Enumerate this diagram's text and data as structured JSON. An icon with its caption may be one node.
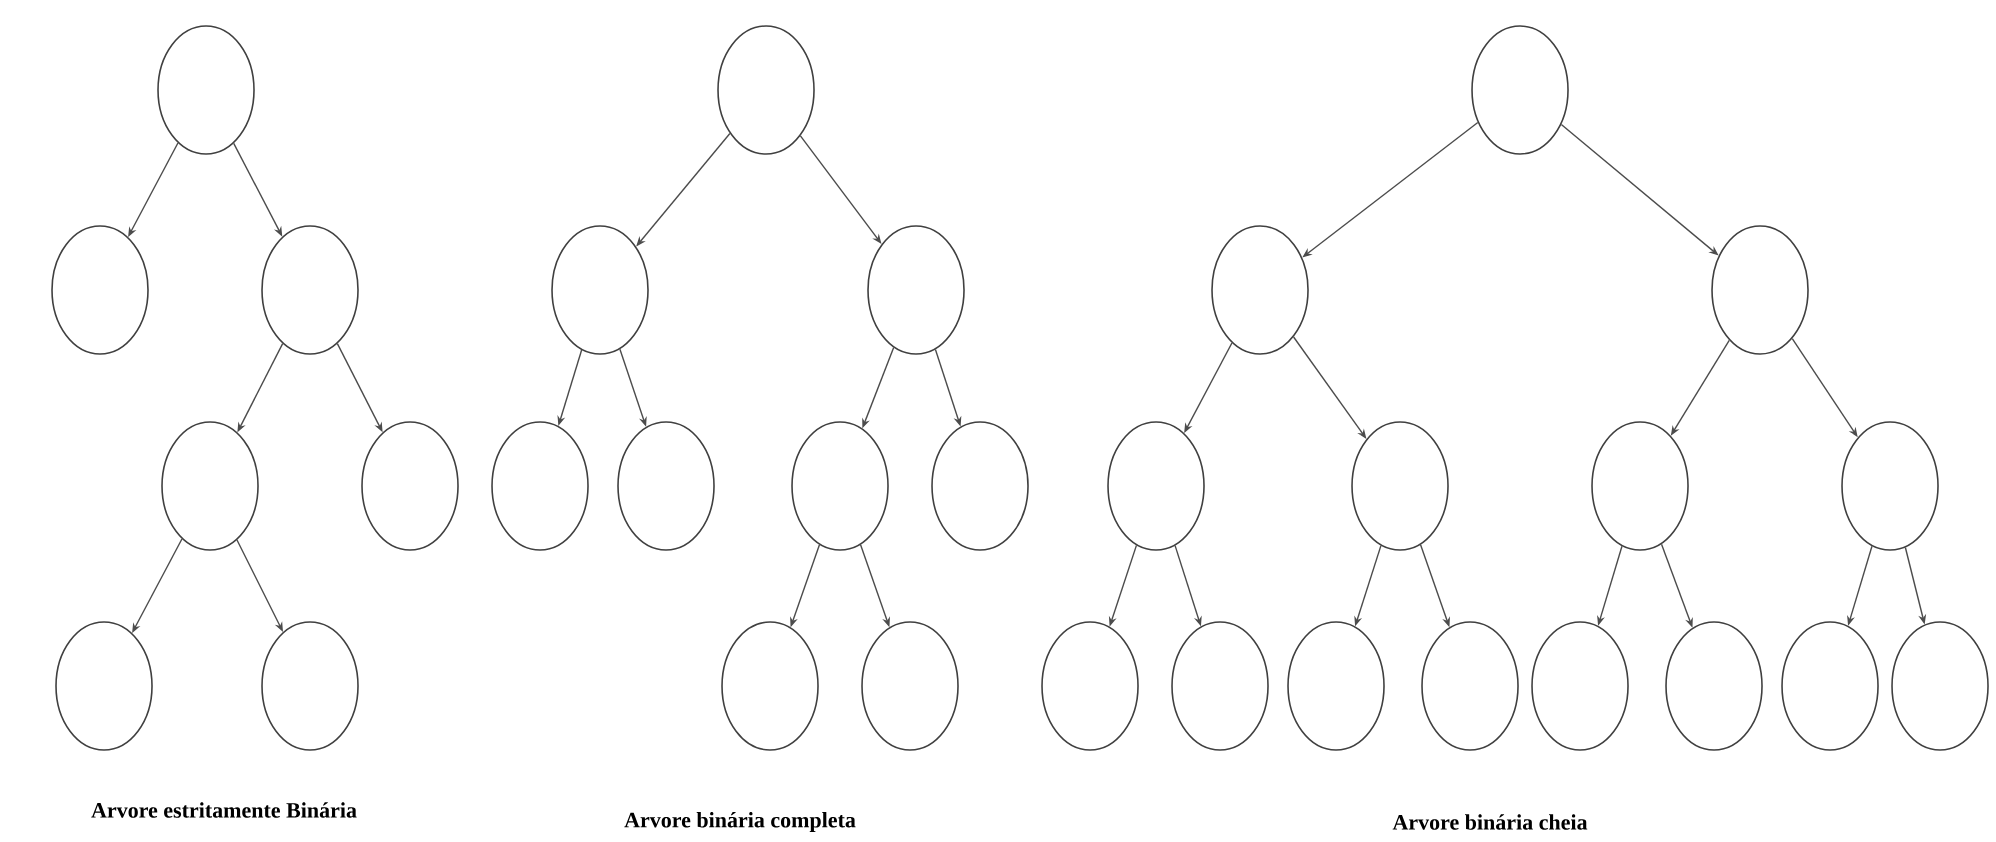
{
  "diagram": {
    "nodes": [
      {
        "text": [],
        "shape": "circle"
      },
      {
        "text": [],
        "shape": "circle"
      },
      {
        "text": [],
        "shape": "circle"
      },
      {
        "text": [],
        "shape": "circle"
      },
      {
        "text": [],
        "shape": "circle"
      },
      {
        "text": [],
        "shape": "circle"
      },
      {
        "text": [],
        "shape": "circle"
      },
      {
        "text": [],
        "shape": "circle"
      },
      {
        "text": [],
        "shape": "circle"
      },
      {
        "text": [],
        "shape": "circle"
      },
      {
        "text": [],
        "shape": "circle"
      },
      {
        "text": [],
        "shape": "circle"
      },
      {
        "text": [],
        "shape": "circle"
      },
      {
        "text": [],
        "shape": "circle"
      },
      {
        "text": [],
        "shape": "circle"
      },
      {
        "text": [],
        "shape": "circle"
      },
      {
        "text": [],
        "shape": "circle"
      },
      {
        "text": [],
        "shape": "circle"
      },
      {
        "text": [],
        "shape": "circle"
      },
      {
        "text": [],
        "shape": "circle"
      },
      {
        "text": [],
        "shape": "circle"
      },
      {
        "text": [],
        "shape": "circle"
      },
      {
        "text": [],
        "shape": "circle"
      },
      {
        "text": [],
        "shape": "circle"
      },
      {
        "text": [],
        "shape": "circle"
      },
      {
        "text": [],
        "shape": "circle"
      },
      {
        "text": [],
        "shape": "circle"
      },
      {
        "text": [],
        "shape": "circle"
      },
      {
        "text": [],
        "shape": "circle"
      },
      {
        "text": [],
        "shape": "circle"
      },
      {
        "text": [],
        "shape": "circle"
      }
    ],
    "edges": [
      {
        "from": 0,
        "to": 1,
        "arrow": "to"
      },
      {
        "from": 0,
        "to": 2,
        "arrow": "to"
      },
      {
        "from": 2,
        "to": 3,
        "arrow": "to"
      },
      {
        "from": 2,
        "to": 4,
        "arrow": "to"
      },
      {
        "from": 3,
        "to": 5,
        "arrow": "to"
      },
      {
        "from": 3,
        "to": 6,
        "arrow": "to"
      },
      {
        "from": 7,
        "to": 8,
        "arrow": "to"
      },
      {
        "from": 7,
        "to": 9,
        "arrow": "to"
      },
      {
        "from": 8,
        "to": 10,
        "arrow": "to"
      },
      {
        "from": 8,
        "to": 11,
        "arrow": "to"
      },
      {
        "from": 9,
        "to": 12,
        "arrow": "to"
      },
      {
        "from": 9,
        "to": 13,
        "arrow": "to"
      },
      {
        "from": 12,
        "to": 14,
        "arrow": "to"
      },
      {
        "from": 12,
        "to": 15,
        "arrow": "to"
      },
      {
        "from": 16,
        "to": 17,
        "arrow": "to"
      },
      {
        "from": 16,
        "to": 18,
        "arrow": "to"
      },
      {
        "from": 17,
        "to": 19,
        "arrow": "to"
      },
      {
        "from": 17,
        "to": 20,
        "arrow": "to"
      },
      {
        "from": 18,
        "to": 21,
        "arrow": "to"
      },
      {
        "from": 18,
        "to": 22,
        "arrow": "to"
      },
      {
        "from": 19,
        "to": 23,
        "arrow": "to"
      },
      {
        "from": 19,
        "to": 24,
        "arrow": "to"
      },
      {
        "from": 20,
        "to": 25,
        "arrow": "to"
      },
      {
        "from": 20,
        "to": 26,
        "arrow": "to"
      },
      {
        "from": 21,
        "to": 27,
        "arrow": "to"
      },
      {
        "from": 21,
        "to": 28,
        "arrow": "to"
      },
      {
        "from": 22,
        "to": 29,
        "arrow": "to"
      },
      {
        "from": 22,
        "to": 30,
        "arrow": "to"
      }
    ],
    "labels": [
      "Arvore estritamente Binária",
      "Arvore binária completa",
      "Arvore binária cheia"
    ]
  }
}
